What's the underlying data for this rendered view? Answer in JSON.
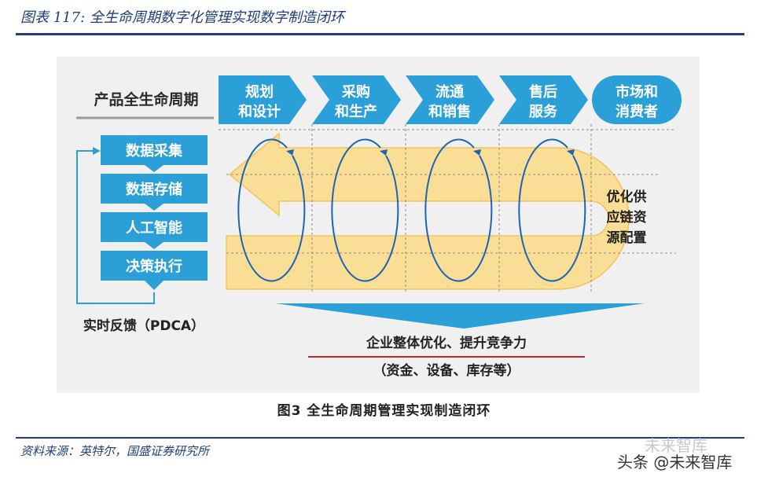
{
  "header": {
    "title": "图表 117:  全生命周期数字化管理实现数字制造闭环"
  },
  "diagram": {
    "lifecycle_title": "产品全生命周期",
    "stages": [
      {
        "line1": "规划",
        "line2": "和设计"
      },
      {
        "line1": "采购",
        "line2": "和生产"
      },
      {
        "line1": "流通",
        "line2": "和销售"
      },
      {
        "line1": "售后",
        "line2": "服务"
      },
      {
        "line1": "市场和",
        "line2": "消费者"
      }
    ],
    "pdca_steps": [
      "数据采集",
      "数据存储",
      "人工智能",
      "决策执行"
    ],
    "feedback_label": "实时反馈（PDCA）",
    "optimize": {
      "line1": "优化供",
      "line2": "应链资",
      "line3": "源配置"
    },
    "outcome": {
      "line1": "企业整体优化、提升竞争力",
      "line2": "（资金、设备、库存等）"
    }
  },
  "caption": "图3   全生命周期管理实现制造闭环",
  "source": "资料来源：英特尔，国盛证券研究所",
  "watermark": {
    "line1": "未来智库",
    "line2": "头条 @未来智库"
  },
  "colors": {
    "blue": "#2a9fd8",
    "orange_fill": "#fbdc8c",
    "orange_stroke": "#f3c35a",
    "loop_stroke": "#1e64b4",
    "underline_red": "#c0282d",
    "header_blue": "#1f3e7a"
  }
}
